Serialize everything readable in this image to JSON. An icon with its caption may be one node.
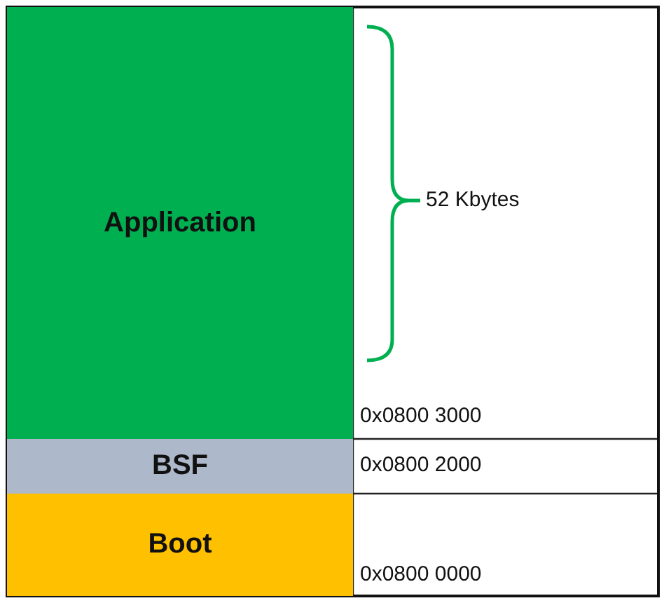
{
  "diagram": {
    "nodes": [
      {
        "text": [
          "Application"
        ]
      },
      {
        "text": [
          "BSF"
        ]
      },
      {
        "text": [
          "Boot"
        ]
      }
    ],
    "labels": [
      "52 Kbytes",
      "0x0800 3000",
      "0x0800 2000",
      "0x0800 0000"
    ]
  }
}
